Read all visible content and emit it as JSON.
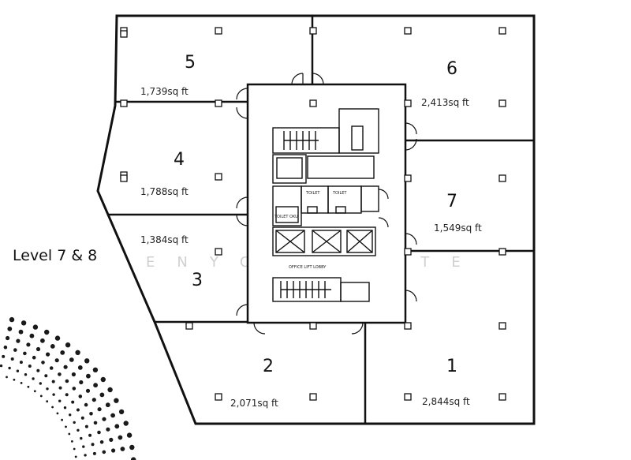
{
  "level_label": "Level 7 & 8",
  "watermark": "ENYO ENSITE",
  "units": [
    {
      "number": "1",
      "area": "2,844sq ft"
    },
    {
      "number": "2",
      "area": "2,071sq ft"
    },
    {
      "number": "3",
      "area": "1,384sq ft"
    },
    {
      "number": "4",
      "area": "1,788sq ft"
    },
    {
      "number": "5",
      "area": "1,739sq ft"
    },
    {
      "number": "6",
      "area": "2,413sq ft"
    },
    {
      "number": "7",
      "area": "1,549sq ft"
    }
  ],
  "core": {
    "lobby_label": "OFFICE LIFT LOBBY",
    "toilet_label": "TOILET",
    "toilet_oku_label": "TOILET OKU"
  }
}
